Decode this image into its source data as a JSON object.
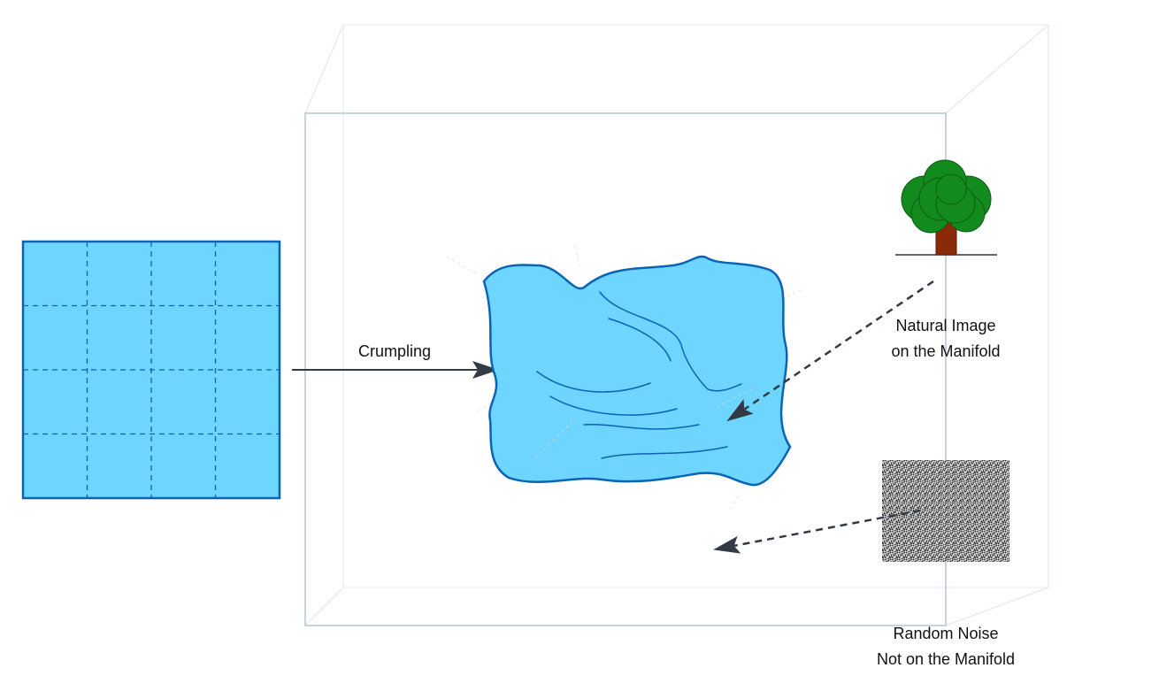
{
  "labels": {
    "crumpling": "Crumpling",
    "natural_line1": "Natural Image",
    "natural_line2": "on the Manifold",
    "noise_line1": "Random Noise",
    "noise_line2": "Not on the Manifold"
  },
  "icons": {
    "flat_sheet": "flat-grid-sheet-icon",
    "crumpled_sheet": "crumpled-manifold-sheet-icon",
    "tree": "tree-icon",
    "noise": "noise-texture-icon"
  },
  "colors": {
    "sheet_fill": "#6dd5fe",
    "sheet_stroke": "#0b63b6",
    "arrow": "#333a45",
    "box_edge": "#c9d3e0",
    "tree_foliage": "#128a1e",
    "tree_trunk": "#8b2a08"
  }
}
